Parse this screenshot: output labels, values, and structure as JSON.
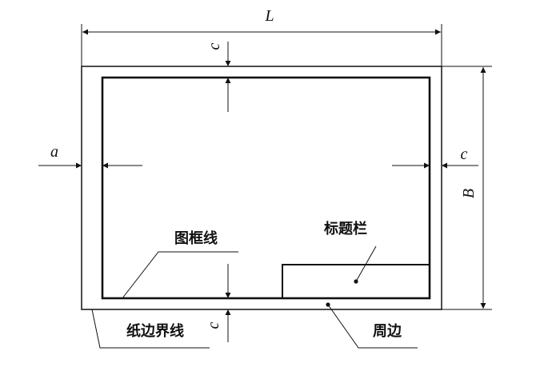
{
  "dimensions": {
    "L": "L",
    "B": "B",
    "a": "a",
    "c_top": "c",
    "c_right": "c",
    "c_bottom": "c"
  },
  "labels": {
    "frame_line": "图框线",
    "title_block": "标题栏",
    "paper_edge": "纸边界线",
    "perimeter": "周边"
  },
  "colors": {
    "ink": "#111111",
    "background": "#ffffff"
  }
}
